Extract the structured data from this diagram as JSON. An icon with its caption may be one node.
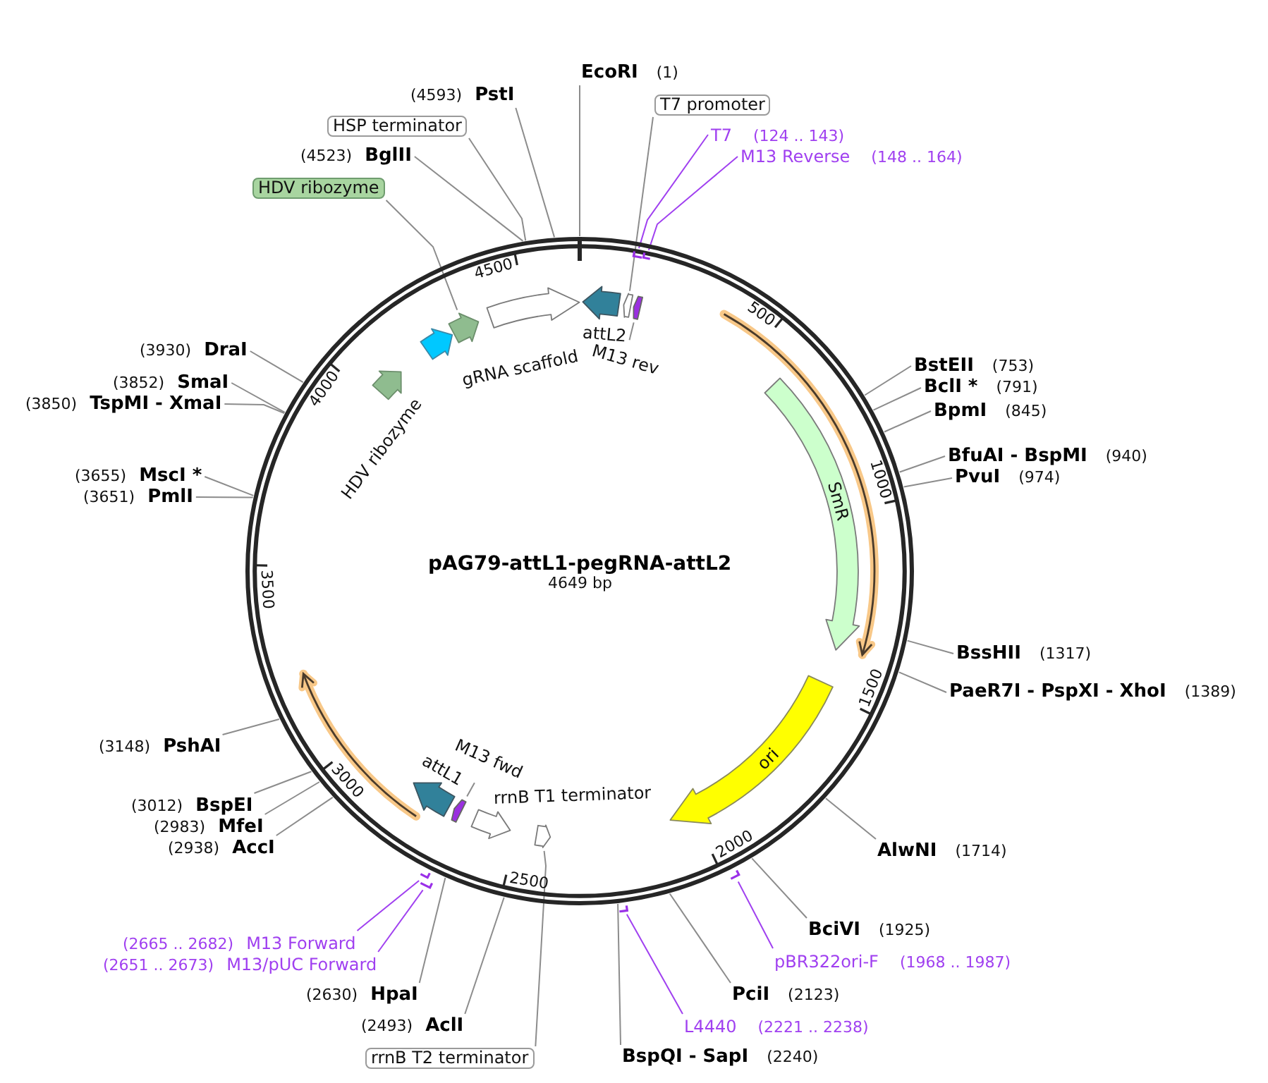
{
  "diagram": {
    "nodes": [
      {
        "text": [
          "pAG79-attL1-pegRNA-attL2",
          "4649 bp"
        ]
      },
      {
        "text": [
          "EcoRI",
          "(1)"
        ]
      },
      {
        "text": [
          "T7 promoter"
        ]
      },
      {
        "text": [
          "T7",
          "(124 .. 143)"
        ]
      },
      {
        "text": [
          "M13 Reverse",
          "(148 .. 164)"
        ]
      },
      {
        "text": [
          "BstEII",
          "(753)"
        ]
      },
      {
        "text": [
          "BclI *",
          "(791)"
        ]
      },
      {
        "text": [
          "BpmI",
          "(845)"
        ]
      },
      {
        "text": [
          "BfuAI - BspMI",
          "(940)"
        ]
      },
      {
        "text": [
          "PvuI",
          "(974)"
        ]
      },
      {
        "text": [
          "BssHII",
          "(1317)"
        ]
      },
      {
        "text": [
          "PaeR7I - PspXI - XhoI",
          "(1389)"
        ]
      },
      {
        "text": [
          "AlwNI",
          "(1714)"
        ]
      },
      {
        "text": [
          "BciVI",
          "(1925)"
        ]
      },
      {
        "text": [
          "pBR322ori-F",
          "(1968 .. 1987)"
        ]
      },
      {
        "text": [
          "PciI",
          "(2123)"
        ]
      },
      {
        "text": [
          "L4440",
          "(2221 .. 2238)"
        ]
      },
      {
        "text": [
          "BspQI - SapI",
          "(2240)"
        ]
      },
      {
        "text": [
          "rrnB T2 terminator"
        ]
      },
      {
        "text": [
          "(2493)",
          "AclI"
        ]
      },
      {
        "text": [
          "(2630)",
          "HpaI"
        ]
      },
      {
        "text": [
          "(2651 .. 2673)",
          "M13/pUC Forward"
        ]
      },
      {
        "text": [
          "(2665 .. 2682)",
          "M13 Forward"
        ]
      },
      {
        "text": [
          "(2938)",
          "AccI"
        ]
      },
      {
        "text": [
          "(2983)",
          "MfeI"
        ]
      },
      {
        "text": [
          "(3012)",
          "BspEI"
        ]
      },
      {
        "text": [
          "(3148)",
          "PshAI"
        ]
      },
      {
        "text": [
          "(3651)",
          "PmlI"
        ]
      },
      {
        "text": [
          "(3655)",
          "MscI *"
        ]
      },
      {
        "text": [
          "(3850)",
          "TspMI - XmaI"
        ]
      },
      {
        "text": [
          "(3852)",
          "SmaI"
        ]
      },
      {
        "text": [
          "(3930)",
          "DraI"
        ]
      },
      {
        "text": [
          "HDV ribozyme"
        ]
      },
      {
        "text": [
          "(4523)",
          "BglII"
        ]
      },
      {
        "text": [
          "HSP terminator"
        ]
      },
      {
        "text": [
          "(4593)",
          "PstI"
        ]
      },
      {
        "text": [],
        "shape": "bar",
        "in": 0
      },
      {
        "text": [],
        "shape": "bar",
        "in": 0
      },
      {
        "text": [],
        "shape": "bar"
      },
      {
        "text": [],
        "shape": "bar"
      },
      {
        "text": [],
        "shape": "bar"
      },
      {
        "text": [],
        "shape": "bar"
      },
      {
        "text": [],
        "shape": "arrow",
        "beside": [
          "attL2"
        ],
        "in": 0
      },
      {
        "text": [],
        "shape": "arrow",
        "in": 0
      },
      {
        "text": [],
        "shape": "arrow",
        "in": 0
      },
      {
        "text": [
          "M13 rev"
        ],
        "in": 0
      },
      {
        "text": [
          "SmR"
        ],
        "in": 0
      },
      {
        "text": [
          "ori"
        ],
        "in": 0
      },
      {
        "text": [],
        "shape": "arrow",
        "in": 0
      },
      {
        "text": [],
        "shape": "arrow",
        "beside": [
          "rrnB T1 terminator"
        ],
        "in": 0
      },
      {
        "text": [],
        "shape": "arrow",
        "in": 0
      },
      {
        "text": [
          "M13 fwd"
        ],
        "in": 0
      },
      {
        "text": [],
        "shape": "arrow",
        "beside": [
          "attL1"
        ],
        "in": 0
      },
      {
        "text": [],
        "shape": "arrow",
        "beside": [
          "HDV ribozyme"
        ],
        "in": 0
      },
      {
        "text": [],
        "shape": "arrow",
        "in": 0
      },
      {
        "text": [],
        "shape": "arrow",
        "in": 0
      },
      {
        "text": [],
        "shape": "arrow",
        "in": 0
      }
    ],
    "edges": [
      {
        "from": 1,
        "to": 0,
        "arrow": "none"
      },
      {
        "from": 2,
        "to": 43,
        "arrow": "none"
      },
      {
        "from": 3,
        "to": 36,
        "arrow": "none",
        "color": "#a040f0"
      },
      {
        "from": 4,
        "to": 37,
        "arrow": "none",
        "color": "#a040f0"
      },
      {
        "from": 5,
        "to": 0,
        "arrow": "none"
      },
      {
        "from": 6,
        "to": 0,
        "arrow": "none"
      },
      {
        "from": 7,
        "to": 0,
        "arrow": "none"
      },
      {
        "from": 8,
        "to": 0,
        "arrow": "none"
      },
      {
        "from": 9,
        "to": 0,
        "arrow": "none"
      },
      {
        "from": 10,
        "to": 0,
        "arrow": "none"
      },
      {
        "from": 11,
        "to": 0,
        "arrow": "none"
      },
      {
        "from": 12,
        "to": 0,
        "arrow": "none"
      },
      {
        "from": 13,
        "to": 0,
        "arrow": "none"
      },
      {
        "from": 14,
        "to": 38,
        "arrow": "none",
        "color": "#a040f0"
      },
      {
        "from": 15,
        "to": 0,
        "arrow": "none"
      },
      {
        "from": 16,
        "to": 39,
        "arrow": "none",
        "color": "#a040f0"
      },
      {
        "from": 17,
        "to": 0,
        "arrow": "none"
      },
      {
        "from": 18,
        "to": 48,
        "arrow": "none"
      },
      {
        "from": 19,
        "to": 0,
        "arrow": "none"
      },
      {
        "from": 20,
        "to": 0,
        "arrow": "none"
      },
      {
        "from": 21,
        "to": 40,
        "arrow": "none",
        "color": "#a040f0"
      },
      {
        "from": 22,
        "to": 41,
        "arrow": "none",
        "color": "#a040f0"
      },
      {
        "from": 23,
        "to": 0,
        "arrow": "none"
      },
      {
        "from": 24,
        "to": 0,
        "arrow": "none"
      },
      {
        "from": 25,
        "to": 0,
        "arrow": "none"
      },
      {
        "from": 26,
        "to": 0,
        "arrow": "none"
      },
      {
        "from": 27,
        "to": 0,
        "arrow": "none"
      },
      {
        "from": 28,
        "to": 0,
        "arrow": "none"
      },
      {
        "from": 29,
        "to": 0,
        "arrow": "none"
      },
      {
        "from": 30,
        "to": 0,
        "arrow": "none"
      },
      {
        "from": 31,
        "to": 0,
        "arrow": "none"
      },
      {
        "from": 32,
        "to": 55,
        "arrow": "none"
      },
      {
        "from": 33,
        "to": 0,
        "arrow": "none"
      },
      {
        "from": 34,
        "to": 0,
        "arrow": "none"
      },
      {
        "from": 35,
        "to": 0,
        "arrow": "none"
      },
      {
        "from": 45,
        "to": 44,
        "arrow": "none"
      },
      {
        "from": 51,
        "to": 50,
        "arrow": "none"
      }
    ],
    "labels": [
      "500",
      "1000",
      "1500",
      "2000",
      "2500",
      "3000",
      "3500",
      "4000",
      "4500",
      "gRNA scaffold"
    ]
  }
}
